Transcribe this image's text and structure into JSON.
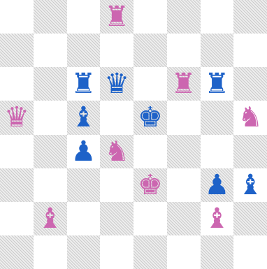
{
  "board": {
    "size": 8,
    "orientation": "white-bottom"
  },
  "colors": {
    "pink": "#cc66b0",
    "blue": "#1e62c8",
    "light": "#ffffff",
    "dark": "#eeeeee"
  },
  "pieces": [
    {
      "square": "d8",
      "color": "pink",
      "type": "rook",
      "symbol": "♜"
    },
    {
      "square": "c6",
      "color": "blue",
      "type": "rook",
      "symbol": "♜"
    },
    {
      "square": "d6",
      "color": "blue",
      "type": "queen",
      "symbol": "♛"
    },
    {
      "square": "f6",
      "color": "pink",
      "type": "rook",
      "symbol": "♜"
    },
    {
      "square": "g6",
      "color": "blue",
      "type": "rook",
      "symbol": "♜"
    },
    {
      "square": "a5",
      "color": "pink",
      "type": "queen",
      "symbol": "♛"
    },
    {
      "square": "c5",
      "color": "blue",
      "type": "bishop",
      "symbol": "♝"
    },
    {
      "square": "e5",
      "color": "blue",
      "type": "king",
      "symbol": "♚"
    },
    {
      "square": "h5",
      "color": "pink",
      "type": "knight",
      "symbol": "♞"
    },
    {
      "square": "c4",
      "color": "blue",
      "type": "pawn",
      "symbol": "♟"
    },
    {
      "square": "d4",
      "color": "pink",
      "type": "knight",
      "symbol": "♞"
    },
    {
      "square": "e3",
      "color": "pink",
      "type": "king",
      "symbol": "♚"
    },
    {
      "square": "g3",
      "color": "blue",
      "type": "pawn",
      "symbol": "♟"
    },
    {
      "square": "h3",
      "color": "blue",
      "type": "bishop",
      "symbol": "♝"
    },
    {
      "square": "b2",
      "color": "pink",
      "type": "bishop",
      "symbol": "♝"
    },
    {
      "square": "g2",
      "color": "pink",
      "type": "bishop",
      "symbol": "♝"
    }
  ]
}
